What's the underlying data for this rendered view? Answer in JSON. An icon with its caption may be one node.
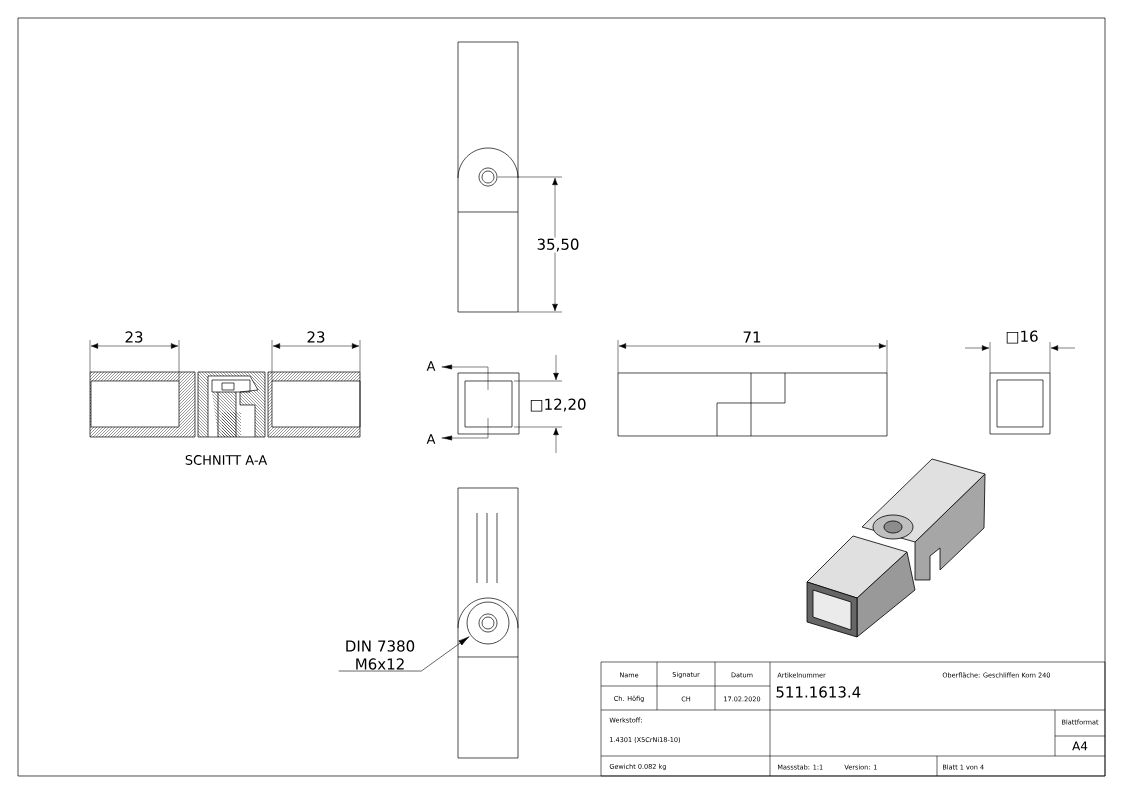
{
  "diagram": {
    "nodes": [
      {
        "text": [
          "DIN 7380 M6x12"
        ]
      },
      {
        "text": [],
        "shape": "circle"
      }
    ],
    "edges": [
      {
        "from": 0,
        "to": 1,
        "arrow": "to"
      }
    ],
    "labels": [
      "35,50",
      "23",
      "23",
      "A",
      "□12,20",
      "71",
      "□16",
      "A",
      "SCHNITT A-A",
      "Name",
      "Signatur",
      "Datum",
      "Artikelnummer",
      "Oberfläche:  Geschliffen Korn 240",
      "Ch. Höfig",
      "CH",
      "17.02.2020",
      "511.1613.4",
      "Werkstoff:",
      "Blattformat",
      "1.4301 (X5CrNi18-10)",
      "A4",
      "Gewicht 0.082 kg",
      "Massstab: 1:1",
      "Version: 1",
      "Blatt 1 von 4"
    ]
  }
}
